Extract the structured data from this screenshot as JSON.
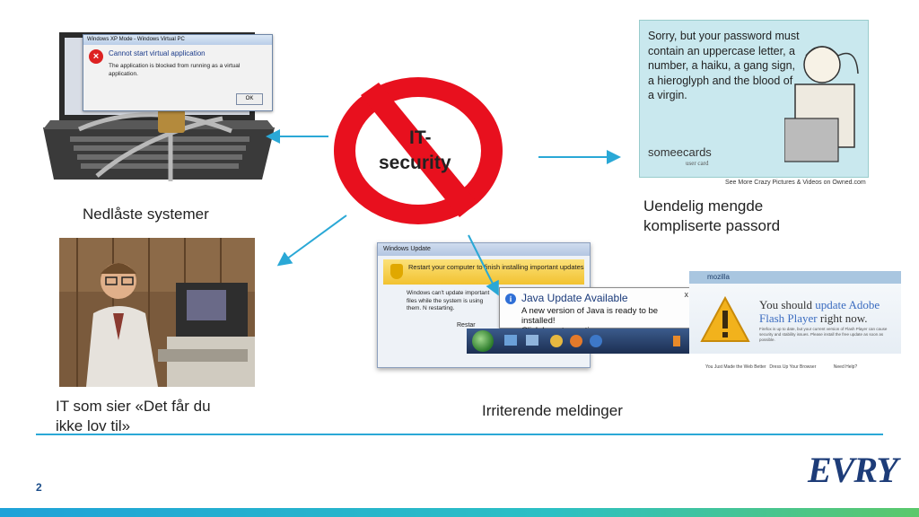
{
  "sign": {
    "line1": "IT-",
    "line2": "security"
  },
  "captions": {
    "locked": "Nedlåste systemer",
    "passwords_1": "Uendelig mengde",
    "passwords_2": "kompliserte passord",
    "it_says_1": "IT som sier «Det får du",
    "it_says_2": "ikke lov til»",
    "messages": "Irriterende meldinger"
  },
  "xp_dialog": {
    "title": "Windows XP Mode - Windows Virtual PC",
    "heading": "Cannot start virtual application",
    "message": "The application is blocked from running as a virtual application.",
    "ok": "OK"
  },
  "ecard": {
    "text": "Sorry, but your password must contain an uppercase letter, a number, a haiku, a gang sign, a hieroglyph and the blood of a virgin.",
    "logo": "someecards",
    "sub": "user card",
    "footer": "See More Crazy Pictures & Videos on Owned.com"
  },
  "windows_update": {
    "title": "Windows Update",
    "banner": "Restart your computer to finish installing important updates",
    "body": "Windows can't update important files while the system is using them. N restarting.",
    "restart": "Restar"
  },
  "java": {
    "title": "Java Update Available",
    "line1": "A new version of Java is ready to be installed!",
    "line2": "Click here to continue.",
    "close": "x"
  },
  "mozilla": {
    "logo": "mozilla",
    "title_a": "You should ",
    "title_link": "update Adobe Flash Player",
    "title_b": " right now.",
    "small": "Firefox is up to date, but your current version of Flash Player can cause security and stability issues. Please install the free update as soon as possible.",
    "col1": "You Just Made the Web Better",
    "col2": "Dress Up Your Browser",
    "col3": "Need Help?"
  },
  "footer": {
    "page": "2",
    "brand": "EVRY"
  },
  "colors": {
    "accent": "#2aa8d6",
    "sign_red": "#e8101e",
    "brand": "#1d3c78"
  }
}
